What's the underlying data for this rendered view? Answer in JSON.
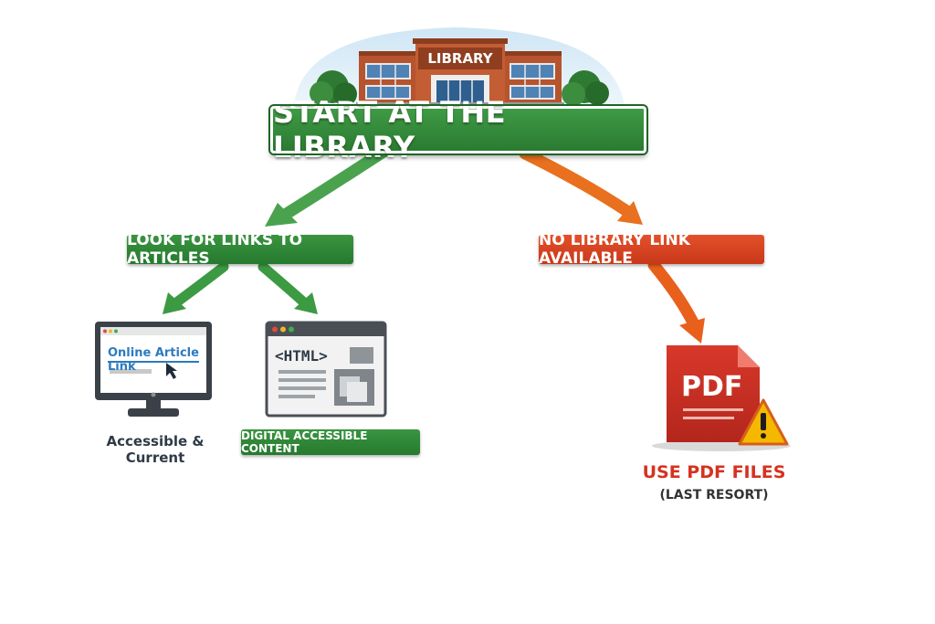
{
  "library": {
    "sign": "LIBRARY",
    "banner": "START AT THE LIBRARY"
  },
  "left_branch": {
    "label": "LOOK FOR LINKS TO ARTICLES",
    "monitor_link": "Online Article Link",
    "monitor_caption": "Accessible & Current",
    "html_tag": "<HTML>",
    "html_caption": "DIGITAL ACCESSIBLE CONTENT"
  },
  "right_branch": {
    "label": "NO LIBRARY LINK AVAILABLE",
    "pdf_icon_text": "PDF",
    "pdf_label": "USE PDF FILES",
    "pdf_sublabel": "(LAST RESORT)"
  },
  "colors": {
    "green": "#2e8a35",
    "orange_red": "#d9431f",
    "brick": "#b5542e",
    "pdf_red": "#c62f23",
    "warning_yellow": "#f5b800"
  }
}
